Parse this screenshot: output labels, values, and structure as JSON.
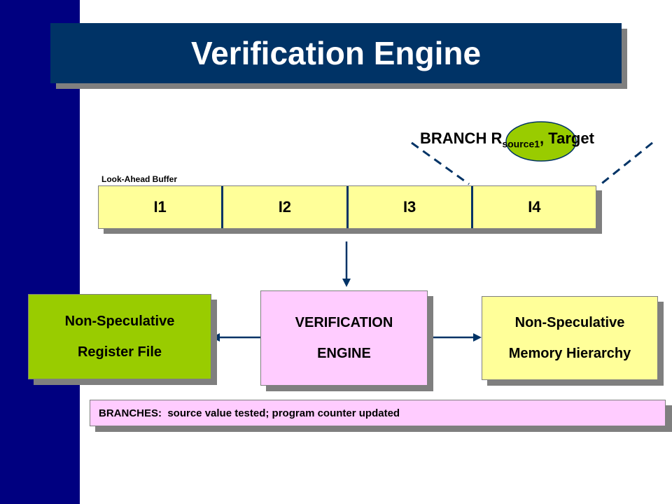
{
  "title": "Verification Engine",
  "buffer": {
    "label": "Look-Ahead Buffer",
    "cells": [
      "I1",
      "I2",
      "I3",
      "I4"
    ]
  },
  "branch_instruction": {
    "opcode": "BRANCH",
    "reg": "R",
    "reg_sub": "source1",
    "sep": ",",
    "target": "Target"
  },
  "register_file": {
    "line1": "Non-Speculative",
    "line2": "Register File"
  },
  "engine": {
    "line1": "VERIFICATION",
    "line2": "ENGINE"
  },
  "memory": {
    "line1": "Non-Speculative",
    "line2": "Memory Hierarchy"
  },
  "note": "BRANCHES:  source value tested; program counter updated",
  "colors": {
    "sidebar": "#000080",
    "title_bg": "#003366",
    "buffer_bg": "#ffff99",
    "register_file_bg": "#99cc00",
    "engine_bg": "#ffccff",
    "memory_bg": "#ffff99",
    "note_bg": "#ffccff",
    "arrow": "#003366",
    "highlight_ellipse": "#99cc00"
  }
}
